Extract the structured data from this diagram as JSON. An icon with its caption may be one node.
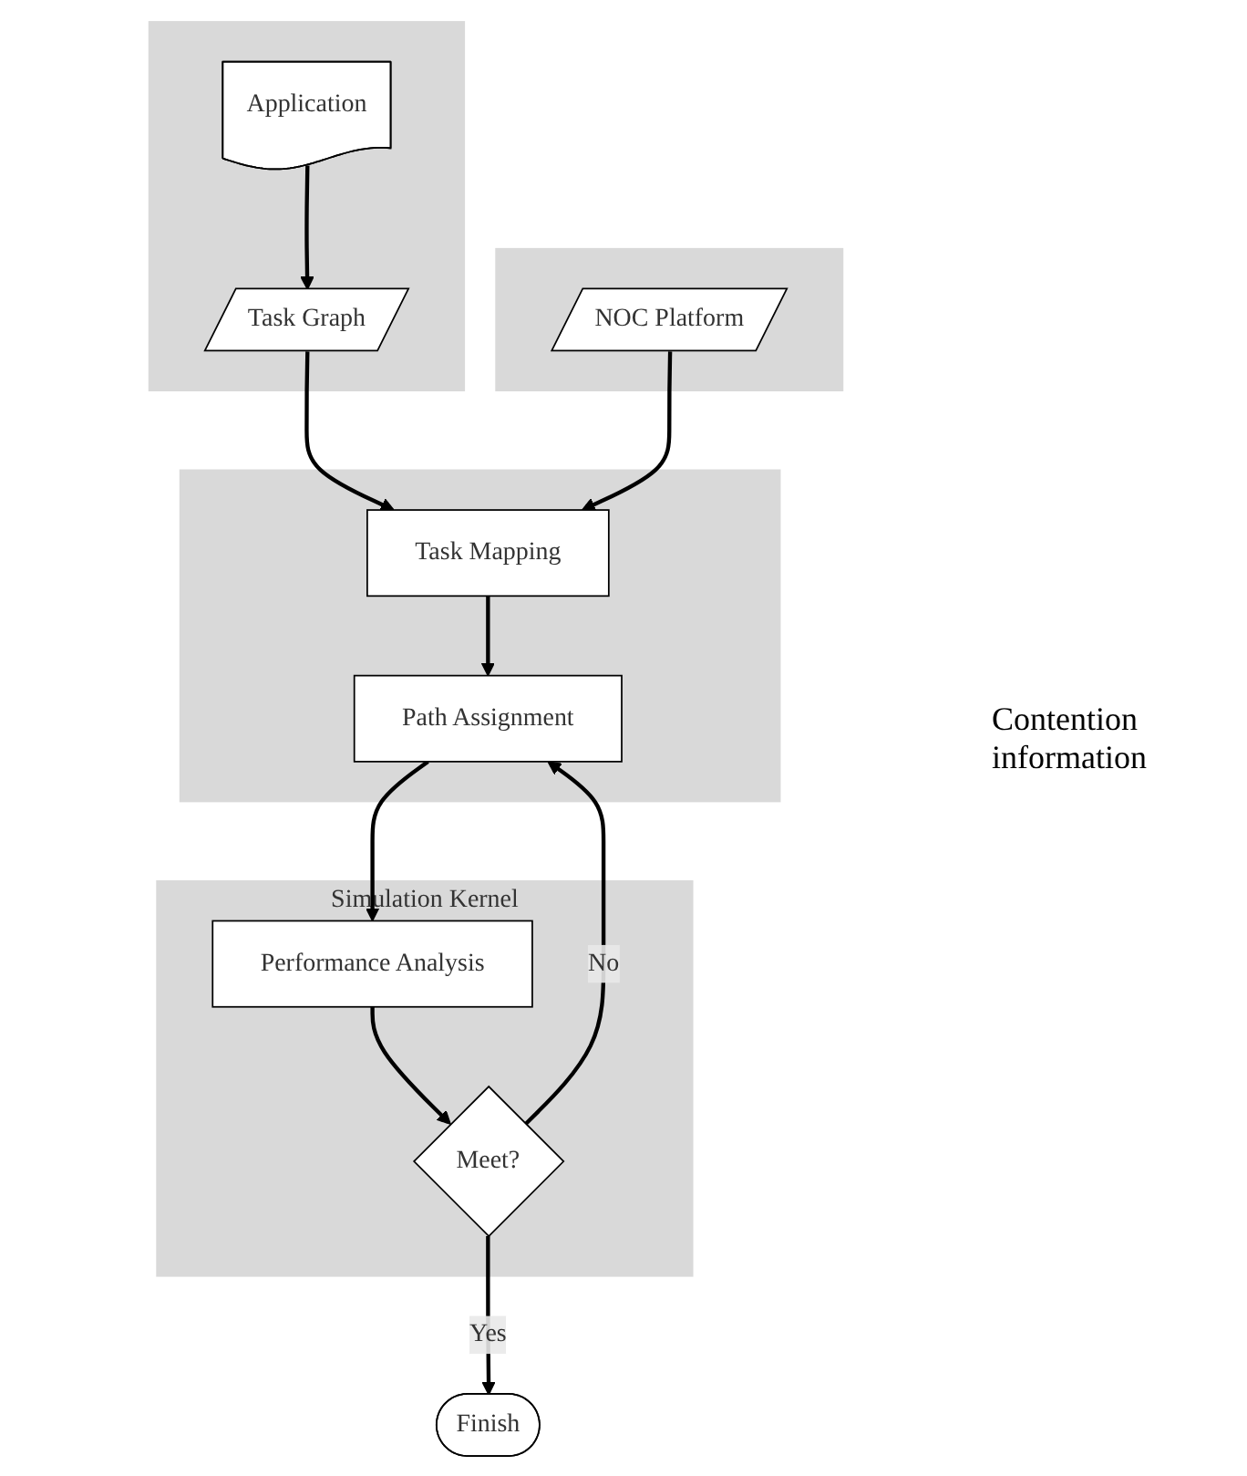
{
  "diagram": {
    "nodes": [
      {
        "text": [],
        "shape": "box"
      },
      {
        "text": [
          "Application"
        ],
        "in": 0
      },
      {
        "text": [
          "Task Graph"
        ],
        "in": 0
      },
      {
        "text": [],
        "shape": "box"
      },
      {
        "text": [
          "NOC Platform"
        ],
        "in": 3
      },
      {
        "text": [],
        "shape": "box"
      },
      {
        "text": [
          "Task Mapping"
        ],
        "in": 5
      },
      {
        "text": [
          "Path Assignment"
        ],
        "in": 5
      },
      {
        "text": [
          "Simulation Kernel"
        ]
      },
      {
        "text": [
          "Performance Analysis"
        ],
        "in": 8
      },
      {
        "text": [
          "Meet?"
        ],
        "in": 8
      },
      {
        "text": [
          "Finish"
        ]
      }
    ],
    "edges": [
      {
        "from": 1,
        "to": 2,
        "arrow": "to"
      },
      {
        "from": 2,
        "to": 6,
        "arrow": "to"
      },
      {
        "from": 4,
        "to": 6,
        "arrow": "to"
      },
      {
        "from": 6,
        "to": 7,
        "arrow": "to"
      },
      {
        "from": 7,
        "to": 9,
        "arrow": "to"
      },
      {
        "from": 9,
        "to": 10,
        "arrow": "to"
      },
      {
        "from": 10,
        "to": 7,
        "arrow": "to",
        "label": "No"
      },
      {
        "from": 10,
        "to": 11,
        "arrow": "to",
        "label": "Yes"
      }
    ],
    "labels": [
      "Contention information"
    ]
  }
}
